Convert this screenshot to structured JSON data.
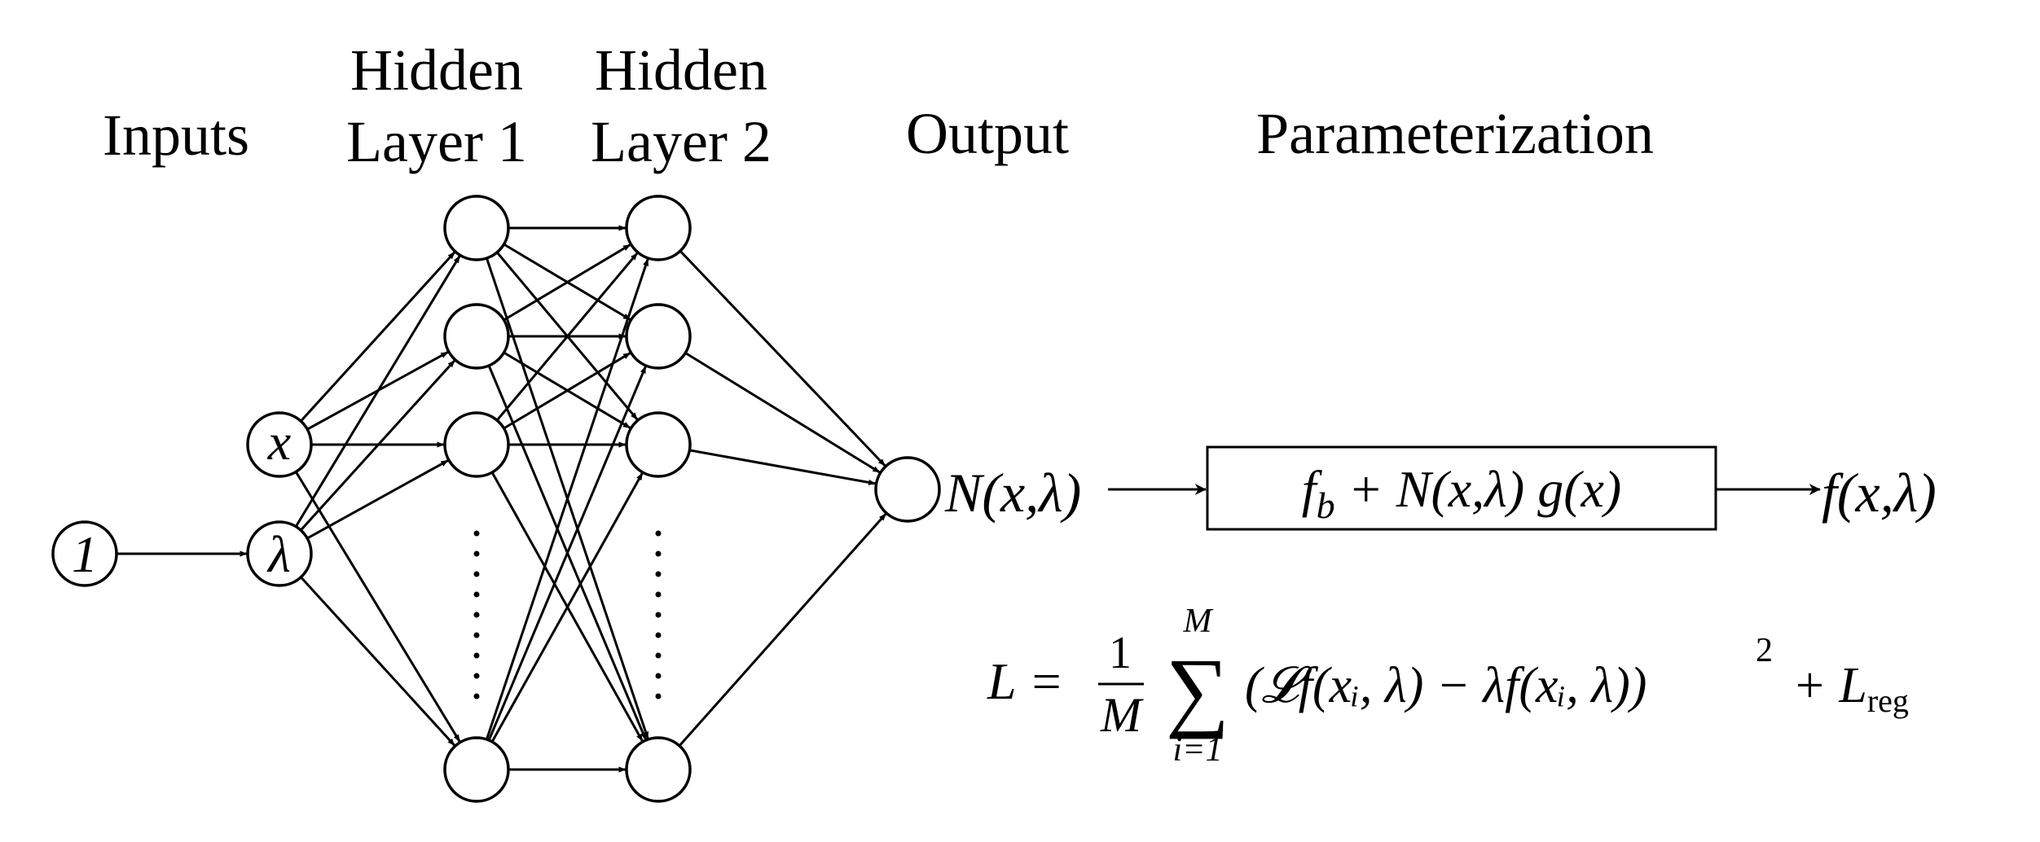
{
  "headers": {
    "inputs": "Inputs",
    "hidden1_line1": "Hidden",
    "hidden1_line2": "Layer 1",
    "hidden2_line1": "Hidden",
    "hidden2_line2": "Layer 2",
    "output": "Output",
    "parameterization": "Parameterization"
  },
  "nodes": {
    "bias": "1",
    "x": "x",
    "lambda": "λ"
  },
  "network_output": "N(x,λ)",
  "parameterization_box": {
    "f": "f",
    "sub_b": "b",
    "rest": " + N(x,λ) g(x)"
  },
  "final_output": "f(x,λ)",
  "loss": {
    "lhs": "L =",
    "frac_num": "1",
    "frac_den": "M",
    "sum_symbol": "∑",
    "sum_upper": "M",
    "sum_lower": "i=1",
    "body": "(𝓛f(xᵢ, λ) − λf(xᵢ, λ))",
    "exponent": "2",
    "plus": "+ L",
    "reg_sub": "reg"
  },
  "network": {
    "hidden_layer_1_visible_nodes": 4,
    "hidden_layer_2_visible_nodes": 4,
    "ellipsis": "vertical dots"
  }
}
